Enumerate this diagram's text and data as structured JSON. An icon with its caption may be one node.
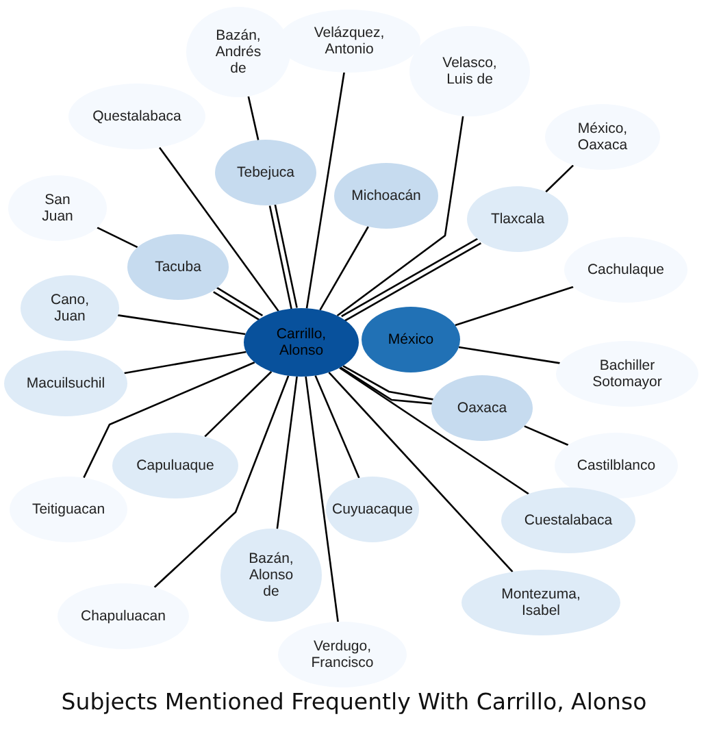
{
  "diagram": {
    "title": "Subjects Mentioned Frequently With Carrillo, Alonso",
    "nodes": [
      {
        "text": [
          "Carrillo, Alonso"
        ]
      },
      {
        "text": [
          "México"
        ]
      },
      {
        "text": [
          "Bazán, Andrés de"
        ]
      },
      {
        "text": [
          "Velázquez, Antonio"
        ]
      },
      {
        "text": [
          "Velasco, Luis de"
        ]
      },
      {
        "text": [
          "Questalabaca"
        ]
      },
      {
        "text": [
          "Tebejuca"
        ]
      },
      {
        "text": [
          "Michoacán"
        ]
      },
      {
        "text": [
          "México, Oaxaca"
        ]
      },
      {
        "text": [
          "Tlaxcala"
        ]
      },
      {
        "text": [
          "San Juan"
        ]
      },
      {
        "text": [
          "Tacuba"
        ]
      },
      {
        "text": [
          "Cachulaque"
        ]
      },
      {
        "text": [
          "Cano, Juan"
        ]
      },
      {
        "text": [
          "Macuilsuchil"
        ]
      },
      {
        "text": [
          "Bachiller Sotomayor"
        ]
      },
      {
        "text": [
          "Oaxaca"
        ]
      },
      {
        "text": [
          "Capuluaque"
        ]
      },
      {
        "text": [
          "Castilblanco"
        ]
      },
      {
        "text": [
          "Teitiguacan"
        ]
      },
      {
        "text": [
          "Bazán, Alonso de"
        ]
      },
      {
        "text": [
          "Cuyuacaque"
        ]
      },
      {
        "text": [
          "Cuestalabaca"
        ]
      },
      {
        "text": [
          "Chapuluacan"
        ]
      },
      {
        "text": [
          "Montezuma, Isabel"
        ]
      },
      {
        "text": [
          "Verdugo, Francisco"
        ]
      }
    ],
    "edges": [
      {
        "from": 2,
        "to": 6,
        "arrow": "none"
      },
      {
        "from": 3,
        "to": 0,
        "arrow": "none"
      },
      {
        "from": 4,
        "to": 0,
        "arrow": "none"
      },
      {
        "from": 5,
        "to": 0,
        "arrow": "none"
      },
      {
        "from": 6,
        "to": 0,
        "arrow": "none"
      },
      {
        "from": 6,
        "to": 0,
        "arrow": "none"
      },
      {
        "from": 7,
        "to": 0,
        "arrow": "none"
      },
      {
        "from": 8,
        "to": 9,
        "arrow": "none"
      },
      {
        "from": 9,
        "to": 0,
        "arrow": "none"
      },
      {
        "from": 9,
        "to": 0,
        "arrow": "none"
      },
      {
        "from": 10,
        "to": 11,
        "arrow": "none"
      },
      {
        "from": 11,
        "to": 0,
        "arrow": "none"
      },
      {
        "from": 11,
        "to": 0,
        "arrow": "none"
      },
      {
        "from": 12,
        "to": 1,
        "arrow": "none"
      },
      {
        "from": 13,
        "to": 0,
        "arrow": "none"
      },
      {
        "from": 14,
        "to": 0,
        "arrow": "none"
      },
      {
        "from": 15,
        "to": 1,
        "arrow": "none"
      },
      {
        "from": 16,
        "to": 0,
        "arrow": "none"
      },
      {
        "from": 16,
        "to": 0,
        "arrow": "none"
      },
      {
        "from": 18,
        "to": 16,
        "arrow": "none"
      },
      {
        "from": 17,
        "to": 0,
        "arrow": "none"
      },
      {
        "from": 19,
        "to": 0,
        "arrow": "none"
      },
      {
        "from": 23,
        "to": 0,
        "arrow": "none"
      },
      {
        "from": 20,
        "to": 0,
        "arrow": "none"
      },
      {
        "from": 21,
        "to": 0,
        "arrow": "none"
      },
      {
        "from": 25,
        "to": 0,
        "arrow": "none"
      },
      {
        "from": 24,
        "to": 0,
        "arrow": "none"
      },
      {
        "from": 22,
        "to": 0,
        "arrow": "none"
      }
    ]
  }
}
